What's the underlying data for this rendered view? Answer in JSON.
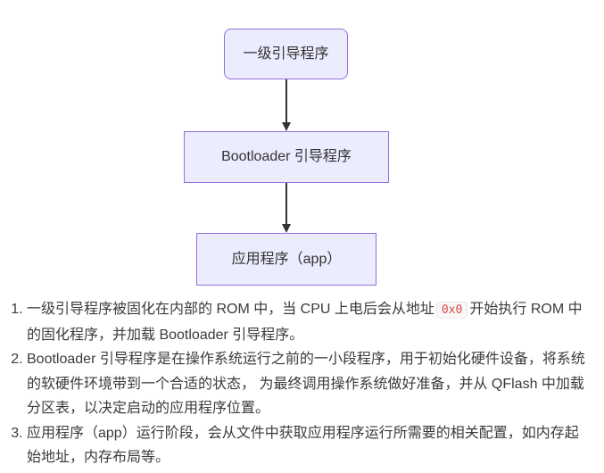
{
  "theme": {
    "page_bg": "#ffffff",
    "node_fill": "#ECECFF",
    "node_border": "#9370DB",
    "node_text": "#333333",
    "arrow_color": "#333333",
    "body_text": "#3b3b3b",
    "code_text": "#df4b4b",
    "code_bg": "#f8f8f8",
    "code_border": "#e8e8e8"
  },
  "flowchart": {
    "direction": "top-down",
    "nodes": [
      {
        "id": "stage1",
        "label": "一级引导程序",
        "shape": "rounded"
      },
      {
        "id": "bootloader",
        "label": "Bootloader 引导程序",
        "shape": "rect"
      },
      {
        "id": "app",
        "label": "应用程序（app）",
        "shape": "rect"
      }
    ],
    "edges": [
      {
        "from": "stage1",
        "to": "bootloader",
        "style": "arrow-down"
      },
      {
        "from": "bootloader",
        "to": "app",
        "style": "arrow-down"
      }
    ]
  },
  "notes": {
    "list_type": "ordered",
    "items": [
      {
        "text_before_code": "一级引导程序被固化在内部的 ROM 中，当 CPU 上电后会从地址",
        "code": "0x0",
        "text_after_code": "开始执行 ROM 中的固化程序，并加载 Bootloader 引导程序。"
      },
      {
        "text": "Bootloader 引导程序是在操作系统运行之前的一小段程序，用于初始化硬件设备，将系统的软硬件环境带到一个合适的状态， 为最终调用操作系统做好准备，并从 QFlash 中加载分区表，以决定启动的应用程序位置。"
      },
      {
        "text": "应用程序（app）运行阶段，会从文件中获取应用程序运行所需要的相关配置，如内存起始地址，内存布局等。"
      }
    ]
  }
}
